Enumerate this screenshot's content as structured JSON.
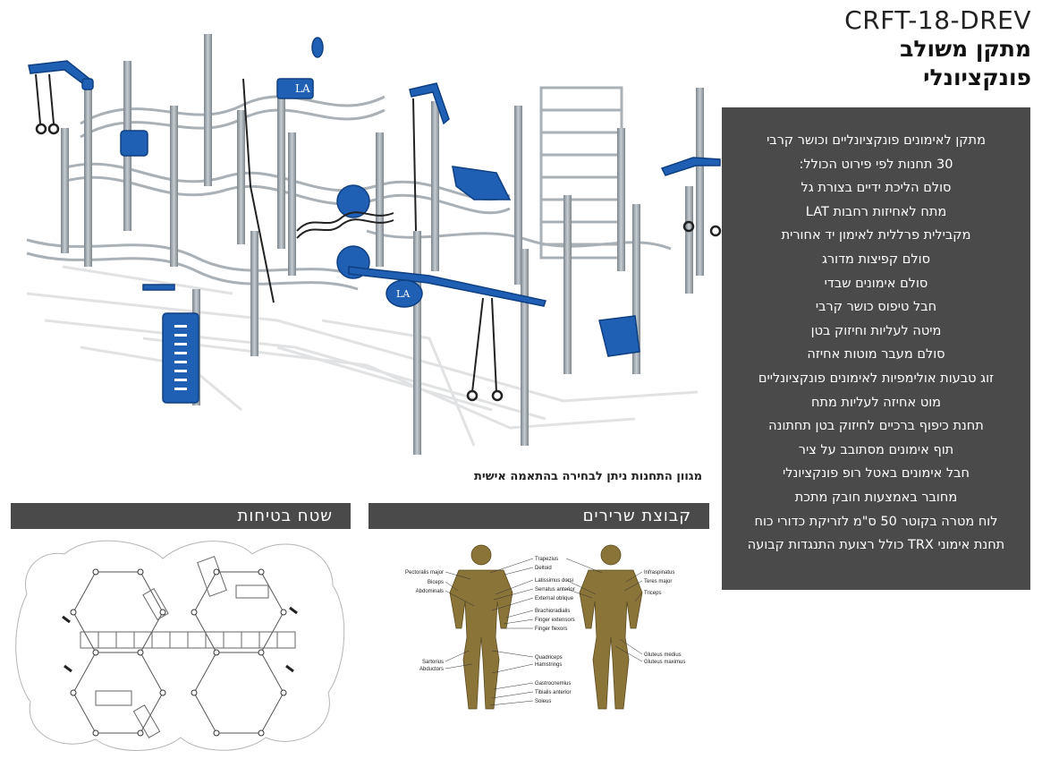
{
  "header": {
    "code": "CRFT-18-DREV",
    "title_line1": "מתקן משולב",
    "title_line2": "פונקציונלי"
  },
  "spec": {
    "items": [
      "מתקן לאימונים פונקציונליים וכושר קרבי",
      "30 תחנות לפי פירוט הכולל:",
      "סולם הליכת ידיים בצורת גל",
      "מתח לאחיזות רחבות LAT",
      "מקבילית פרללית לאימון יד אחורית",
      "סולם קפיצות מדורג",
      "סולם אימונים שבדי",
      "חבל טיפוס כושר קרבי",
      "מיטה לעליות וחיזוק בטן",
      "סולם מעבר מוטות אחיזה",
      "זוג טבעות אולימפיות לאימונים פונקציונליים",
      "מוט אחיזה לעליות מתח",
      "תחנת כיפוף ברכיים לחיזוק בטן תחתונה",
      "תוף אימונים מסתובב על ציר",
      "חבל אימונים באטל רופ פונקציונלי",
      "מחובר באמצעות חובק מתכת",
      "לוח מטרה בקוטר 50 ס\"מ לזריקת כדורי כוח",
      "תחנת אימוני TRX כולל רצועת התנגדות קבועה"
    ]
  },
  "caption": "מגוון התחנות ניתן לבחירה בהתאמה אישית",
  "sections": {
    "safety_title": "שטח בטיחות",
    "muscles_title": "קבוצת שרירים"
  },
  "hero_logo_text": "LA",
  "anatomy": {
    "front_labels": [
      "Pectoralis major",
      "Biceps",
      "Abdominals",
      "Sartorius",
      "Abductors"
    ],
    "center_labels": [
      "Trapezius",
      "Deltoid",
      "Latissimus dorsi",
      "Serratus anterior",
      "External oblique",
      "Brachioradialis",
      "Finger extensors",
      "Finger flexors",
      "Quadriceps",
      "Hamstrings",
      "Gastrocnemius",
      "Tibialis anterior",
      "Soleus"
    ],
    "back_labels": [
      "Infraspinatus",
      "Teres major",
      "Triceps",
      "Gluteus medius",
      "Gluteus maximus"
    ]
  },
  "colors": {
    "panel": "#4a4a4a",
    "accent_blue": "#1f5fb4",
    "pole_grey": "#9aa3ab",
    "muscle": "#8a7438"
  }
}
